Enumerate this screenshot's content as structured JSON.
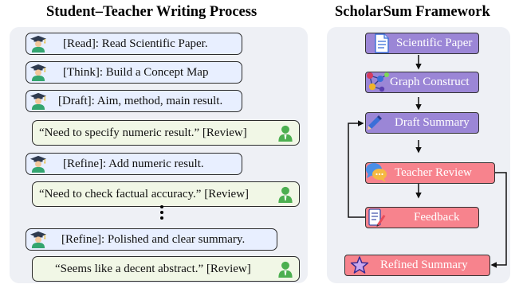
{
  "left_panel": {
    "title": "Student–Teacher Writing Process",
    "bubbles": [
      {
        "role": "student",
        "text": "[Read]: Read Scientific Paper."
      },
      {
        "role": "student",
        "text": "[Think]: Build a Concept Map"
      },
      {
        "role": "student",
        "text": "[Draft]: Aim, method, main result."
      },
      {
        "role": "teacher",
        "text": "“Need to specify numeric result.” [Review]"
      },
      {
        "role": "student",
        "text": "[Refine]: Add numeric result."
      },
      {
        "role": "teacher",
        "text": "“Need to check factual accuracy.” [Review]"
      },
      {
        "role": "student",
        "text": "[Refine]: Polished and clear summary."
      },
      {
        "role": "teacher",
        "text": "“Seems like a decent abstract.” [Review]"
      }
    ]
  },
  "right_panel": {
    "title": "ScholarSum Framework",
    "nodes": [
      {
        "label": "Scientific Paper",
        "color": "#9b86d6",
        "icon": "document-icon"
      },
      {
        "label": "Graph Construct",
        "color": "#9b86d6",
        "icon": "graph-icon"
      },
      {
        "label": "Draft Summary",
        "color": "#9b86d6",
        "icon": "pencil-icon"
      },
      {
        "label": "Teacher Review",
        "color": "#f7838d",
        "icon": "chat-bubbles-icon"
      },
      {
        "label": "Feedback",
        "color": "#f7838d",
        "icon": "checklist-pen-icon"
      },
      {
        "label": "Refined Summary",
        "color": "#f7838d",
        "icon": "star-icon"
      }
    ]
  },
  "colors": {
    "student_bubble": "#e8efff",
    "teacher_bubble": "#f1f7e6",
    "panel_bg": "#eef0f5",
    "framework_purple": "#9b86d6",
    "framework_red": "#f7838d"
  }
}
